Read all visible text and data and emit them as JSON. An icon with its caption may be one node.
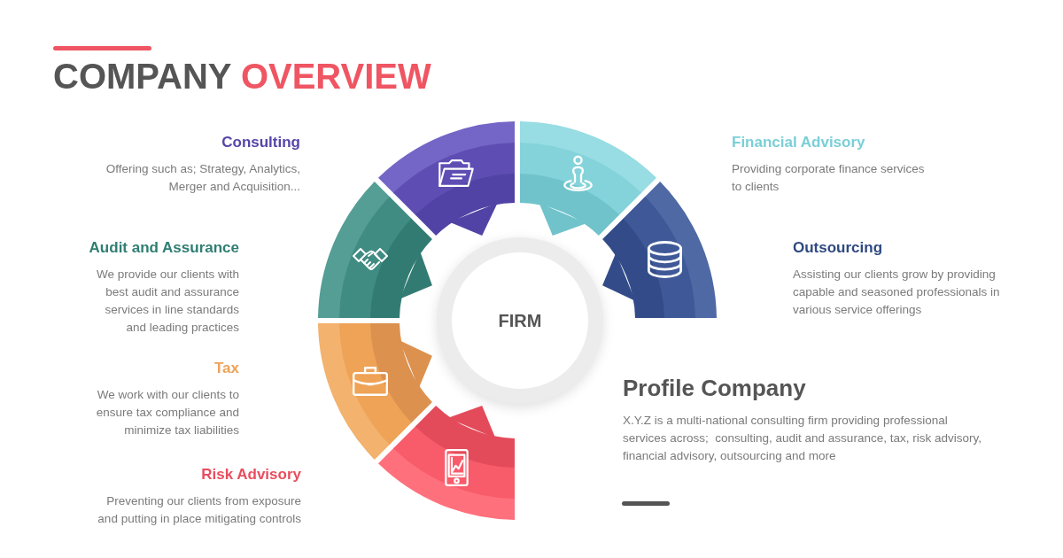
{
  "diagram": {
    "title": "COMPANY OVERVIEW",
    "nodes": [
      {
        "text": [],
        "shape": "arc",
        "beside": [
          "Consulting",
          "Offering such as; Strategy, Analytics, Merger and Acquisition..."
        ]
      },
      {
        "text": [],
        "shape": "arc",
        "beside": [
          "Financial Advisory",
          "Providing corporate finance services to clients"
        ]
      },
      {
        "text": [],
        "shape": "arc",
        "beside": [
          "Audit and Assurance",
          "We provide our clients with best audit and assurance services in line standards and leading practices"
        ]
      },
      {
        "text": [],
        "shape": "arc",
        "beside": [
          "Outsourcing",
          "Assisting our clients grow by providing capable and seasoned professionals in various service offerings"
        ]
      },
      {
        "text": [
          "FIRM"
        ]
      },
      {
        "text": [],
        "shape": "arc",
        "beside": [
          "Tax",
          "We work with our clients to ensure tax compliance and minimize tax liabilities"
        ]
      },
      {
        "text": [],
        "shape": "arc",
        "beside": [
          "Risk Advisory",
          "Preventing our clients from exposure and putting in place mitigating controls"
        ]
      }
    ],
    "labels": [
      "Profile Company",
      "X.Y.Z is a multi-national consulting firm providing professional services across;  consulting, audit and assurance, tax, risk advisory, financial advisory, outsourcing and more"
    ]
  }
}
